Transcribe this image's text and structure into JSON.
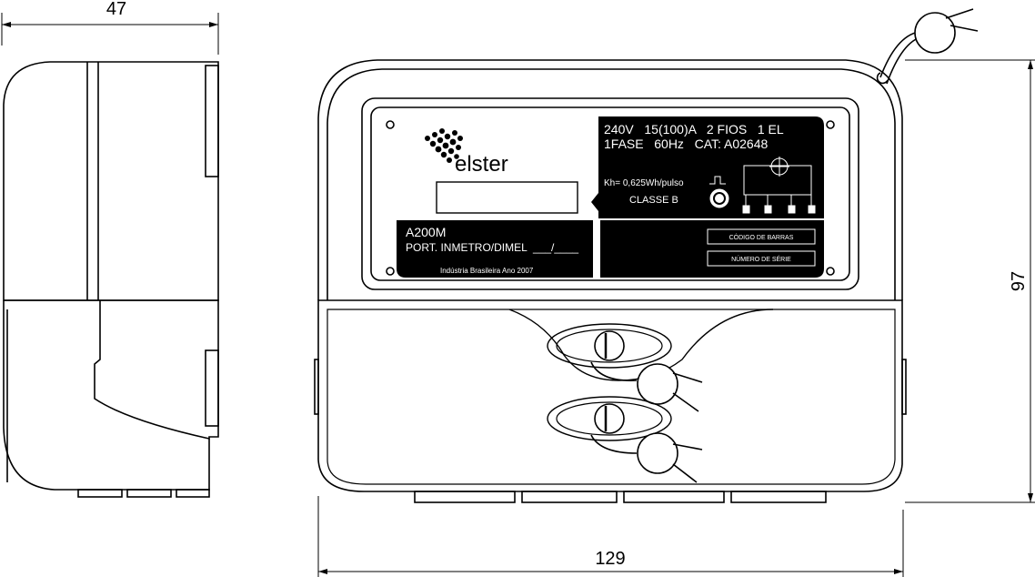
{
  "dimensions": {
    "depth": "47",
    "width": "129",
    "height": "97"
  },
  "brand": {
    "name": "elster"
  },
  "rating_panel": {
    "line1": "240V   15(100)A   2 FIOS   1 EL",
    "line2": "1FASE   60Hz   CAT: A02648",
    "kh": "Kh= 0,625Wh/pulso",
    "classe": "CLASSE B"
  },
  "model_panel": {
    "model": "A200M",
    "portaria": "PORT. INMETRO/DIMEL  ___/____",
    "origin": "Indústria Brasileira Ano 2007"
  },
  "code_panel": {
    "barcode_label": "CÓDIGO DE BARRAS",
    "serial_label": "NÚMERO DE SÉRIE"
  },
  "colors": {
    "line": "#000000",
    "panel": "#000000",
    "background": "#ffffff"
  }
}
